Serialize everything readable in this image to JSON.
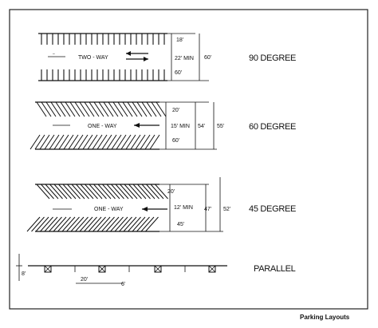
{
  "caption": "Parking Layouts",
  "sections": {
    "deg90": {
      "title": "90 DEGREE",
      "aisle_label": "TWO - WAY",
      "stall_depth": "18'",
      "aisle_width": "22' MIN",
      "overall_width": "60'",
      "stall_depth_bottom": "60'"
    },
    "deg60": {
      "title": "60 DEGREE",
      "aisle_label": "ONE - WAY",
      "stall_depth": "20'",
      "aisle_width": "15' MIN",
      "overall_width_inner": "54'",
      "overall_width_outer": "55'",
      "stall_depth_bottom": "60'"
    },
    "deg45": {
      "title": "45 DEGREE",
      "aisle_label": "ONE - WAY",
      "stall_depth": "20'",
      "aisle_width": "12' MIN",
      "overall_width_inner": "47'",
      "overall_width_outer": "52'",
      "stall_depth_bottom": "45'"
    },
    "parallel": {
      "title": "PARALLEL",
      "stall_width": "8'",
      "stall_length": "20'",
      "gap": "6'"
    }
  }
}
